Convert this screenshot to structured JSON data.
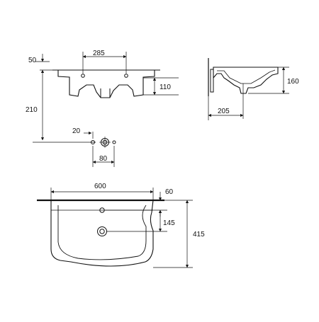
{
  "colors": {
    "line": "#111111",
    "background": "#ffffff"
  },
  "front_view": {
    "dim_top": "50",
    "dim_hole_spacing": "285",
    "dim_bowl_depth": "110",
    "dim_waste_height": "210",
    "dim_pipe_offset": "20",
    "dim_pipe_spacing": "80"
  },
  "side_view": {
    "dim_height": "160",
    "dim_depth": "205"
  },
  "top_view": {
    "dim_width": "600",
    "dim_rim": "60",
    "dim_tap_to_drain": "145",
    "dim_depth": "415"
  }
}
